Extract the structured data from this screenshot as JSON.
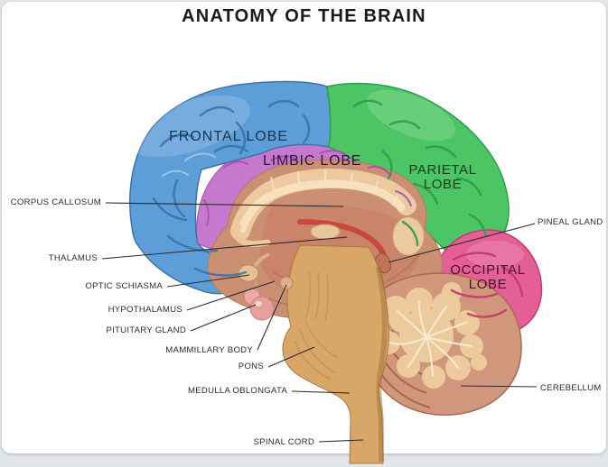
{
  "title": "ANATOMY OF THE BRAIN",
  "lobe_labels": {
    "frontal": "FRONTAL LOBE",
    "limbic": "LIMBIC LOBE",
    "parietal": "PARIETAL LOBE",
    "occipital": "OCCIPITAL LOBE"
  },
  "lobe_colors": {
    "frontal_blue": "#5e9ed8",
    "limbic_purple": "#c678ce",
    "parietal_green": "#4cc564",
    "occipital_pink": "#e45f96",
    "cerebellum_tan": "#d1977c",
    "brainstem_tan": "#d8a667",
    "inner_brown": "#cb8f74",
    "corpus_callosum_cream": "#ecca9e",
    "fornix_red": "#c8483c"
  },
  "structure_labels": {
    "corpus_callosum": "CORPUS CALLOSUM",
    "thalamus": "THALAMUS",
    "optic_schiasma": "OPTIC SCHIASMA",
    "hypothalamus": "HYPOTHALAMUS",
    "pituitary_gland": "PITUITARY GLAND",
    "mammillary_body": "MAMMILLARY BODY",
    "pons": "PONS",
    "medulla_oblongata": "MEDULLA OBLONGATA",
    "spinal_cord": "SPINAL CORD",
    "pineal_gland": "PINEAL GLAND",
    "cerebellum": "CEREBELLUM"
  }
}
